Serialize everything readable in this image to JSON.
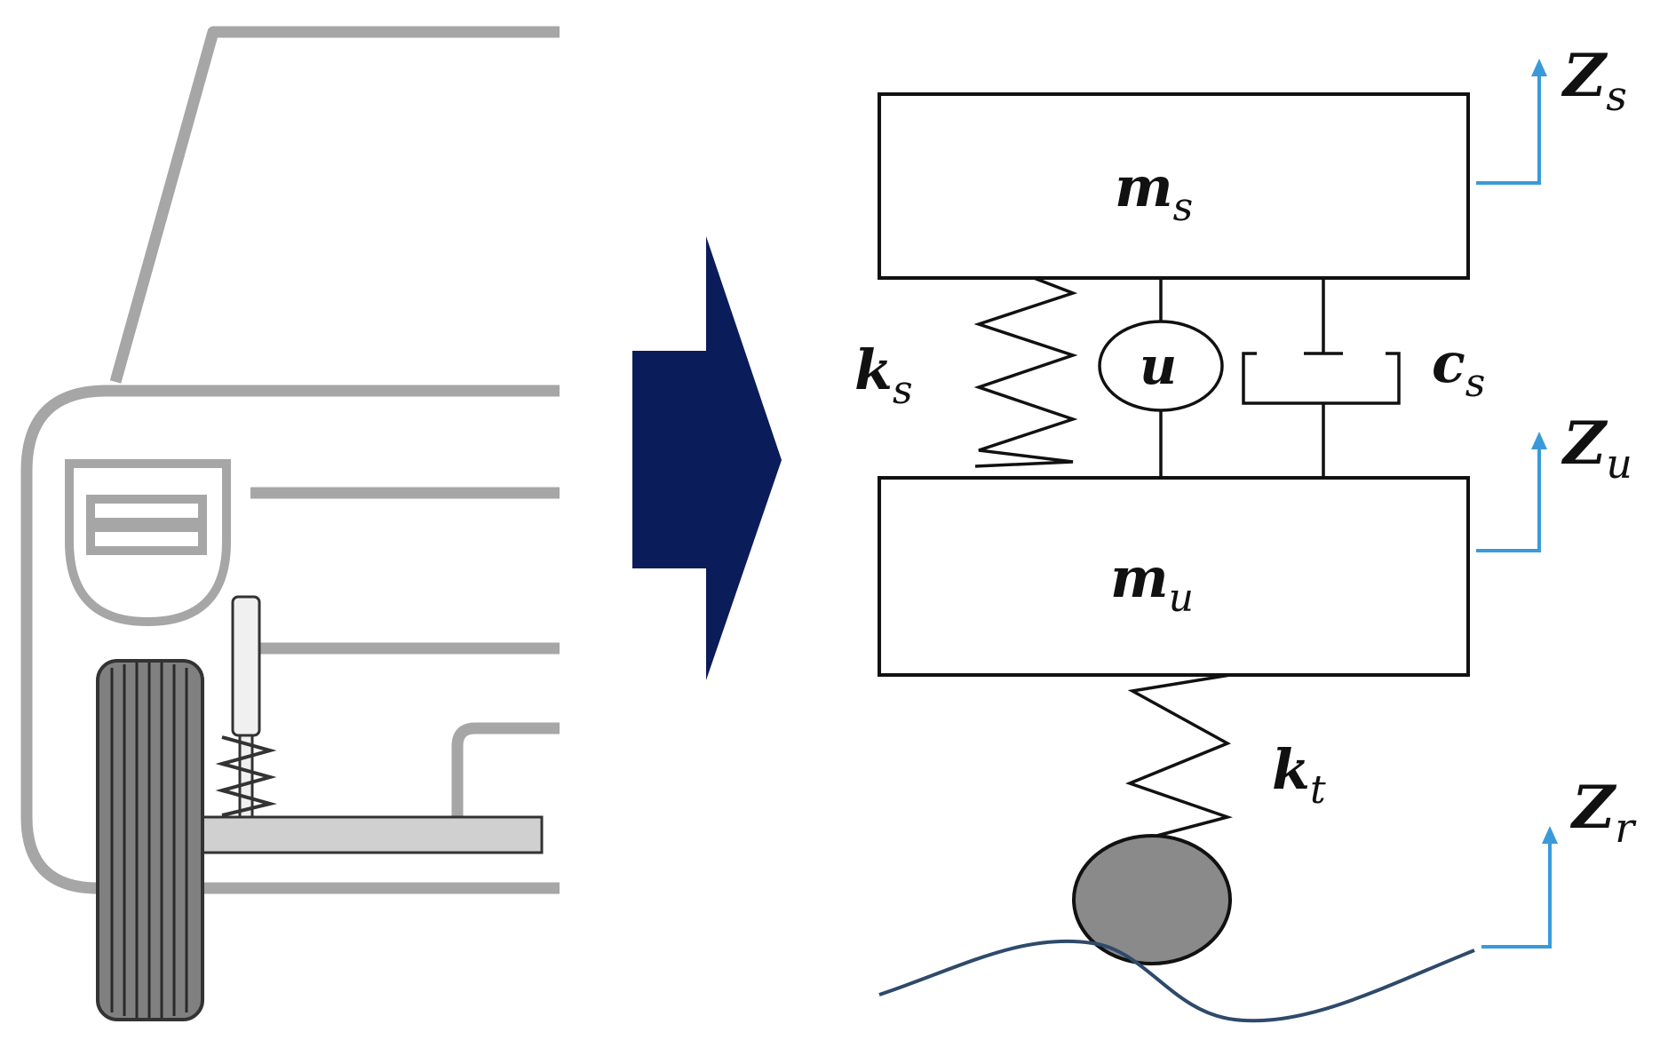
{
  "colors": {
    "car_outline": "#a6a6a6",
    "arrow": "#0b1c5a",
    "axis_arrow": "#3a9ad9",
    "road": "#2e4a6b",
    "wheel_fill": "#8a8a8a",
    "tire_fill": "#808080",
    "ink": "#111111"
  },
  "icons": [
    "car-front-illustration",
    "right-arrow-icon",
    "spring-icon",
    "damper-icon",
    "actuator-icon",
    "wheel-icon"
  ],
  "labels": {
    "sprung_mass": {
      "base": "m",
      "sub": "s"
    },
    "unsprung_mass": {
      "base": "m",
      "sub": "u"
    },
    "suspension_spring": {
      "base": "k",
      "sub": "s"
    },
    "tire_spring": {
      "base": "k",
      "sub": "t"
    },
    "damper": {
      "base": "c",
      "sub": "s"
    },
    "actuator": {
      "base": "u"
    },
    "z_sprung": {
      "base": "Z",
      "sub": "s"
    },
    "z_unsprung": {
      "base": "Z",
      "sub": "u"
    },
    "z_road": {
      "base": "Z",
      "sub": "r"
    }
  }
}
